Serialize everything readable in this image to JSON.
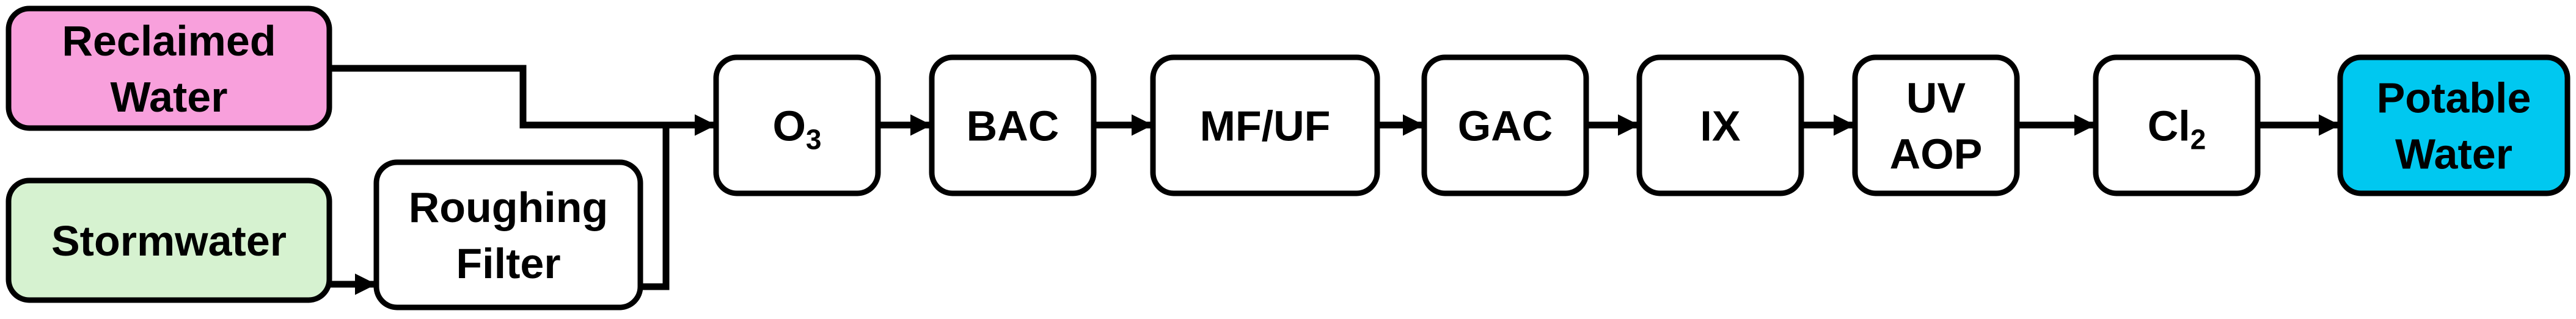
{
  "diagram": {
    "nodes": [
      {
        "id": "reclaimed",
        "lines": [
          "Reclaimed",
          "Water"
        ],
        "fill": "#F8A0DC"
      },
      {
        "id": "stormwater",
        "lines": [
          "Stormwater"
        ],
        "fill": "#D6F2D0"
      },
      {
        "id": "roughing",
        "lines": [
          "Roughing",
          "Filter"
        ],
        "fill": "#FFFFFF"
      },
      {
        "id": "o3",
        "main": "O",
        "sub": "3",
        "fill": "#FFFFFF"
      },
      {
        "id": "bac",
        "lines": [
          "BAC"
        ],
        "fill": "#FFFFFF"
      },
      {
        "id": "mfuf",
        "lines": [
          "MF/UF"
        ],
        "fill": "#FFFFFF"
      },
      {
        "id": "gac",
        "lines": [
          "GAC"
        ],
        "fill": "#FFFFFF"
      },
      {
        "id": "ix",
        "lines": [
          "IX"
        ],
        "fill": "#FFFFFF"
      },
      {
        "id": "uvaop",
        "lines": [
          "UV",
          "AOP"
        ],
        "fill": "#FFFFFF"
      },
      {
        "id": "cl2",
        "main": "Cl",
        "sub": "2",
        "fill": "#FFFFFF"
      },
      {
        "id": "potable",
        "lines": [
          "Potable",
          "Water"
        ],
        "fill": "#00C8F0"
      }
    ],
    "edges": [
      {
        "from": "stormwater",
        "to": "roughing"
      },
      {
        "from": "reclaimed",
        "to": "o3"
      },
      {
        "from": "roughing",
        "to": "o3"
      },
      {
        "from": "o3",
        "to": "bac"
      },
      {
        "from": "bac",
        "to": "mfuf"
      },
      {
        "from": "mfuf",
        "to": "gac"
      },
      {
        "from": "gac",
        "to": "ix"
      },
      {
        "from": "ix",
        "to": "uvaop"
      },
      {
        "from": "uvaop",
        "to": "cl2"
      },
      {
        "from": "cl2",
        "to": "potable"
      }
    ]
  }
}
